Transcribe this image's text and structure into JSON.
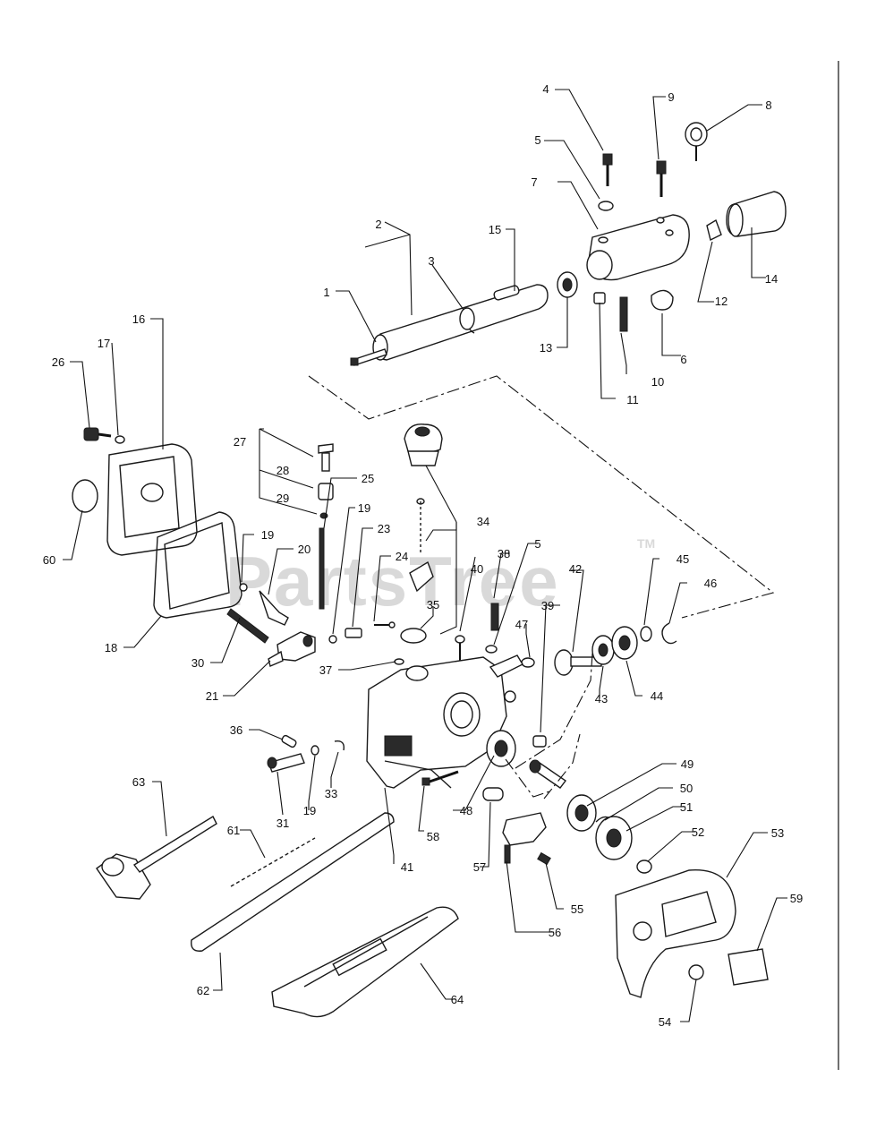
{
  "watermark": {
    "text": "PartsTree",
    "tm": "TM"
  },
  "callouts": [
    {
      "id": "c1",
      "text": "1"
    },
    {
      "id": "c2",
      "text": "2"
    },
    {
      "id": "c3",
      "text": "3"
    },
    {
      "id": "c4",
      "text": "4"
    },
    {
      "id": "c5a",
      "text": "5"
    },
    {
      "id": "c5b",
      "text": "5"
    },
    {
      "id": "c6",
      "text": "6"
    },
    {
      "id": "c7",
      "text": "7"
    },
    {
      "id": "c8",
      "text": "8"
    },
    {
      "id": "c9",
      "text": "9"
    },
    {
      "id": "c10",
      "text": "10"
    },
    {
      "id": "c11",
      "text": "11"
    },
    {
      "id": "c12",
      "text": "12"
    },
    {
      "id": "c13",
      "text": "13"
    },
    {
      "id": "c14",
      "text": "14"
    },
    {
      "id": "c15",
      "text": "15"
    },
    {
      "id": "c16",
      "text": "16"
    },
    {
      "id": "c17",
      "text": "17"
    },
    {
      "id": "c18",
      "text": "18"
    },
    {
      "id": "c19a",
      "text": "19"
    },
    {
      "id": "c19b",
      "text": "19"
    },
    {
      "id": "c19c",
      "text": "19"
    },
    {
      "id": "c20",
      "text": "20"
    },
    {
      "id": "c21",
      "text": "21"
    },
    {
      "id": "c23",
      "text": "23"
    },
    {
      "id": "c24",
      "text": "24"
    },
    {
      "id": "c25",
      "text": "25"
    },
    {
      "id": "c26",
      "text": "26"
    },
    {
      "id": "c27",
      "text": "27"
    },
    {
      "id": "c28",
      "text": "28"
    },
    {
      "id": "c29",
      "text": "29"
    },
    {
      "id": "c30",
      "text": "30"
    },
    {
      "id": "c31",
      "text": "31"
    },
    {
      "id": "c33",
      "text": "33"
    },
    {
      "id": "c34",
      "text": "34"
    },
    {
      "id": "c35",
      "text": "35"
    },
    {
      "id": "c36",
      "text": "36"
    },
    {
      "id": "c37",
      "text": "37"
    },
    {
      "id": "c38",
      "text": "38"
    },
    {
      "id": "c39",
      "text": "39"
    },
    {
      "id": "c40",
      "text": "40"
    },
    {
      "id": "c41",
      "text": "41"
    },
    {
      "id": "c42",
      "text": "42"
    },
    {
      "id": "c43",
      "text": "43"
    },
    {
      "id": "c44",
      "text": "44"
    },
    {
      "id": "c45",
      "text": "45"
    },
    {
      "id": "c46",
      "text": "46"
    },
    {
      "id": "c47",
      "text": "47"
    },
    {
      "id": "c48",
      "text": "48"
    },
    {
      "id": "c49",
      "text": "49"
    },
    {
      "id": "c50",
      "text": "50"
    },
    {
      "id": "c51",
      "text": "51"
    },
    {
      "id": "c52",
      "text": "52"
    },
    {
      "id": "c53",
      "text": "53"
    },
    {
      "id": "c54",
      "text": "54"
    },
    {
      "id": "c55",
      "text": "55"
    },
    {
      "id": "c56",
      "text": "56"
    },
    {
      "id": "c57",
      "text": "57"
    },
    {
      "id": "c58",
      "text": "58"
    },
    {
      "id": "c59",
      "text": "59"
    },
    {
      "id": "c60",
      "text": "60"
    },
    {
      "id": "c61",
      "text": "61"
    },
    {
      "id": "c62",
      "text": "62"
    },
    {
      "id": "c63",
      "text": "63"
    },
    {
      "id": "c64",
      "text": "64"
    }
  ]
}
